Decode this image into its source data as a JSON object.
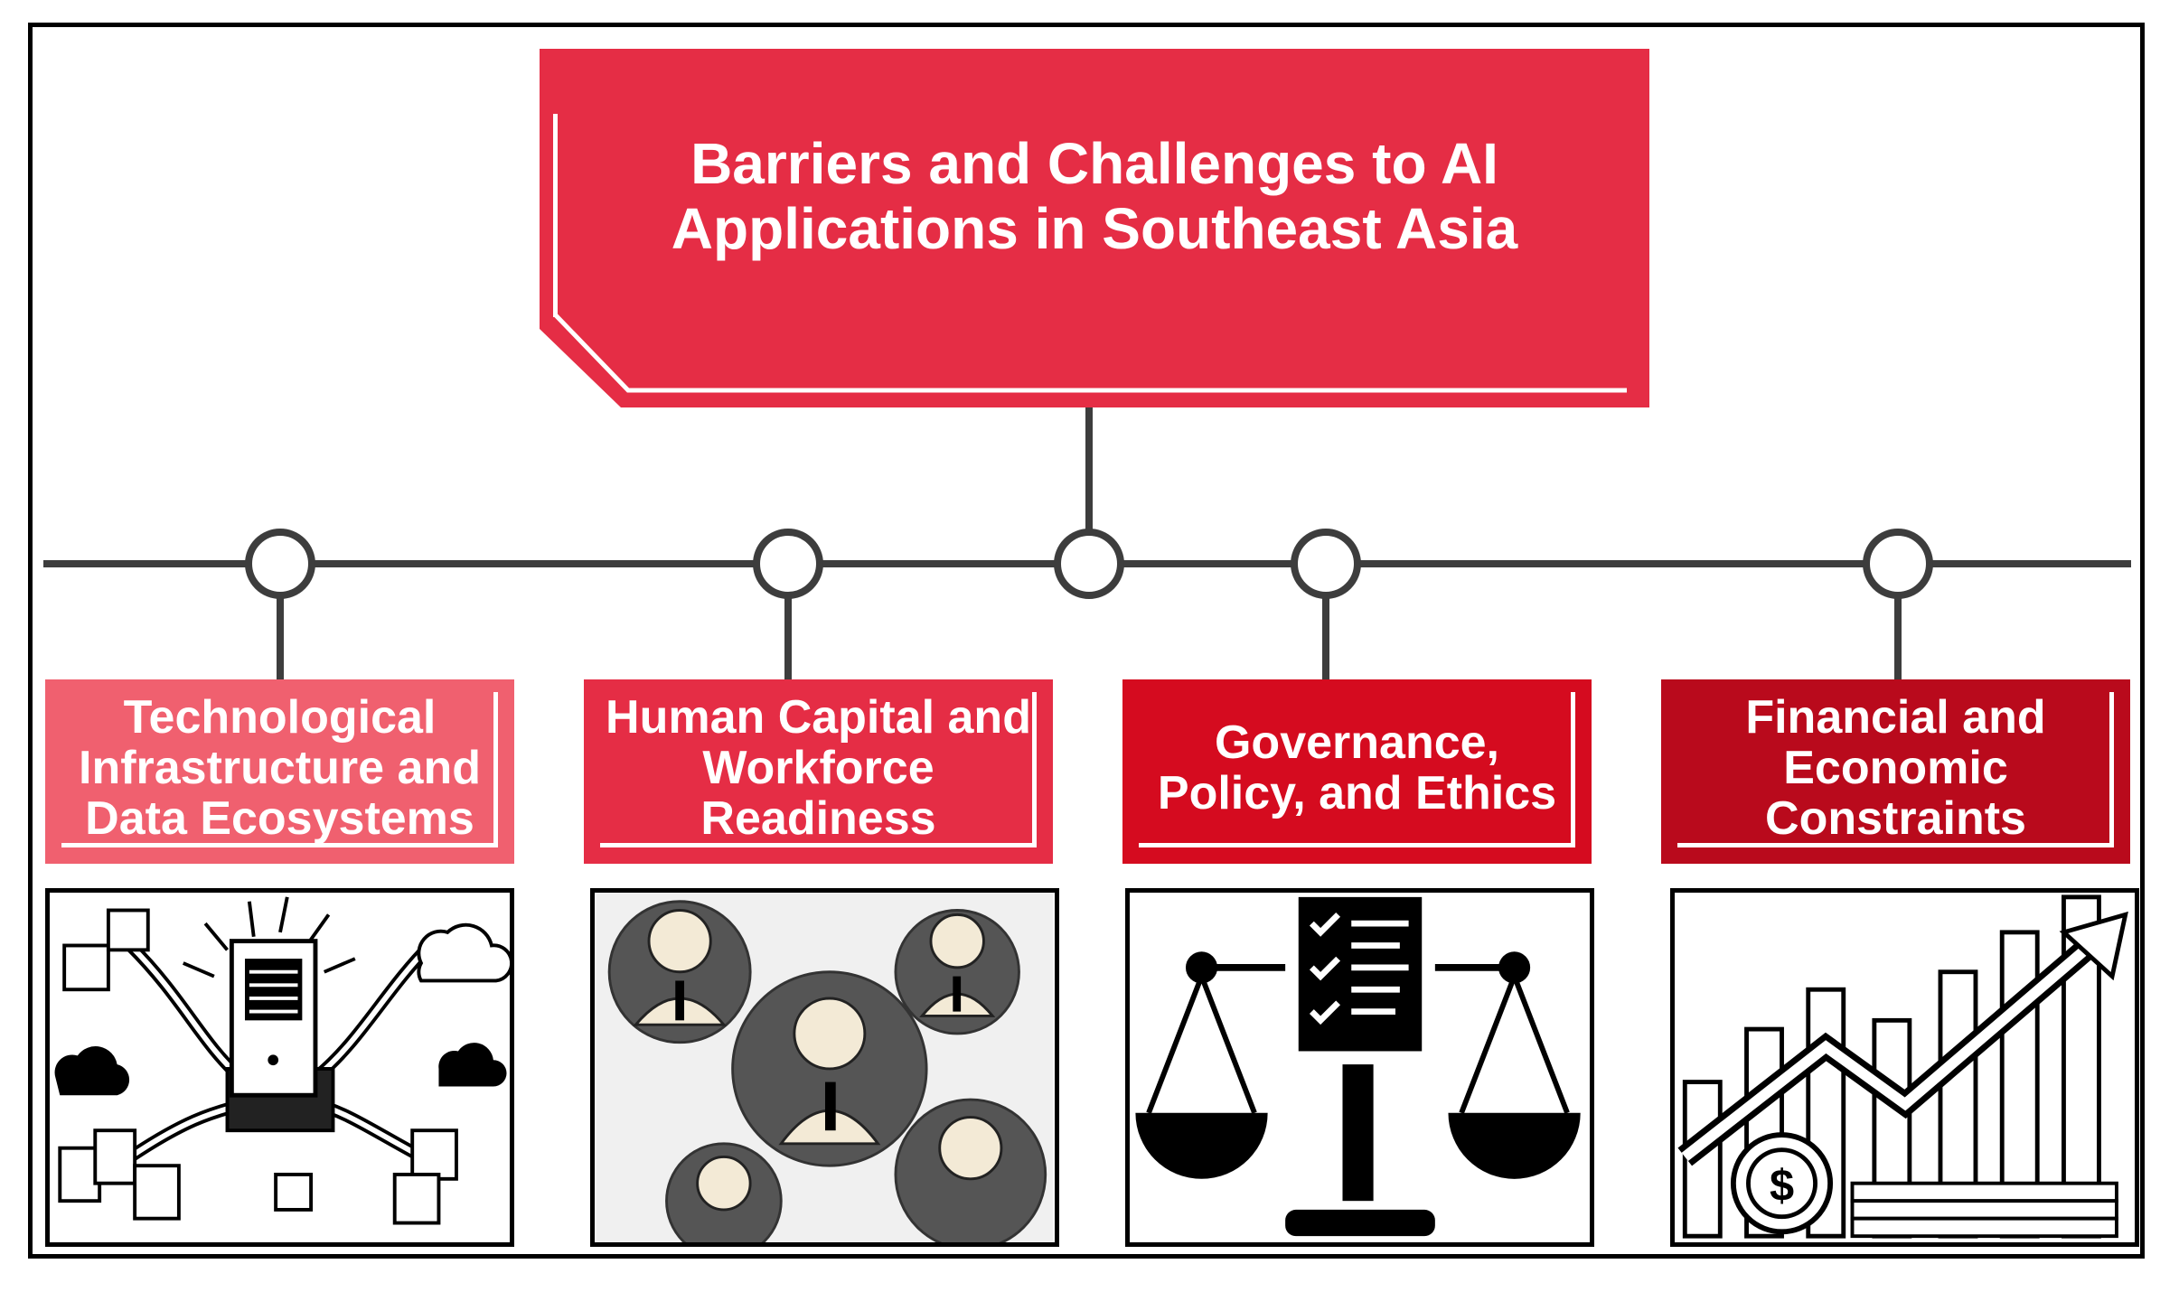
{
  "title": "Barriers and Challenges to AI Applications in Southeast Asia",
  "categories": [
    {
      "label": "Technological Infrastructure and Data Ecosystems",
      "color": "#f0606f",
      "icon": "server-network-icon"
    },
    {
      "label": "Human Capital and Workforce Readiness",
      "color": "#e52d45",
      "icon": "people-gears-icon"
    },
    {
      "label": "Governance, Policy, and Ethics",
      "color": "#d50b1f",
      "icon": "scales-checklist-icon"
    },
    {
      "label": "Financial and Economic Constraints",
      "color": "#b90a1c",
      "icon": "growth-chart-icon"
    }
  ]
}
